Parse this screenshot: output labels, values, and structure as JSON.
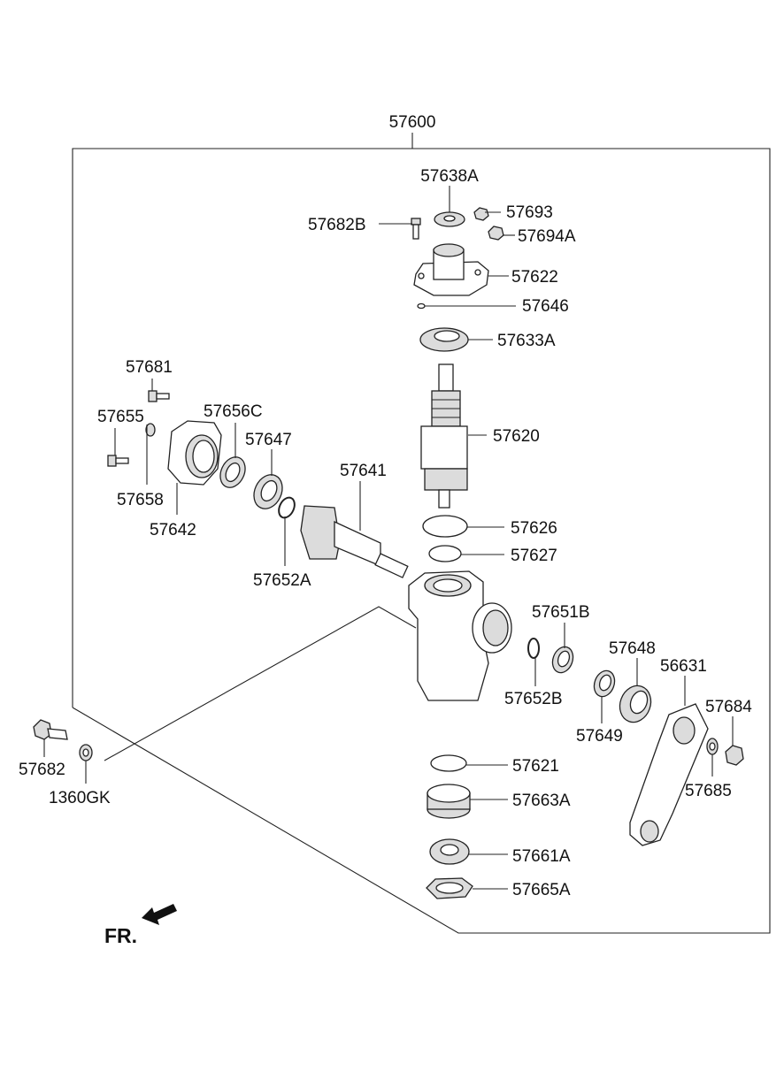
{
  "assembly_label": "57600",
  "direction_label": "FR.",
  "parts": {
    "p57638A": "57638A",
    "p57682B": "57682B",
    "p57693": "57693",
    "p57694A": "57694A",
    "p57622": "57622",
    "p57646": "57646",
    "p57633A": "57633A",
    "p57681": "57681",
    "p57655": "57655",
    "p57656C": "57656C",
    "p57647": "57647",
    "p57641": "57641",
    "p57620": "57620",
    "p57658": "57658",
    "p57642": "57642",
    "p57626": "57626",
    "p57627": "57627",
    "p57652A": "57652A",
    "p57651B": "57651B",
    "p57648": "57648",
    "p56631": "56631",
    "p57652B": "57652B",
    "p57684": "57684",
    "p57649": "57649",
    "p57682": "57682",
    "p57685": "57685",
    "p1360GK": "1360GK",
    "p57621": "57621",
    "p57663A": "57663A",
    "p57661A": "57661A",
    "p57665A": "57665A"
  }
}
